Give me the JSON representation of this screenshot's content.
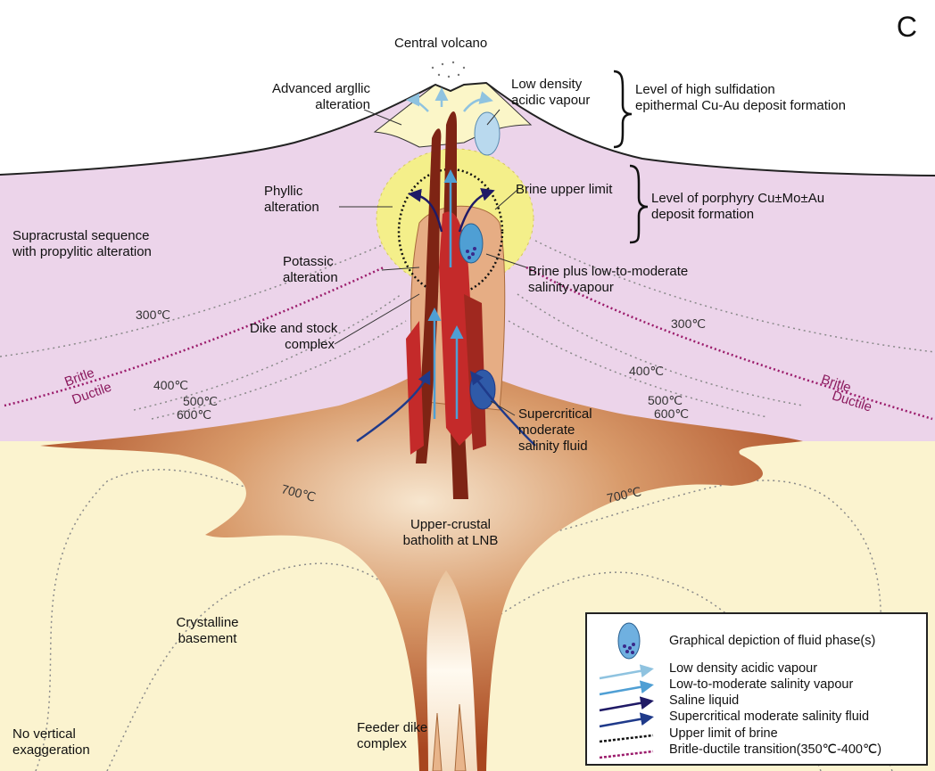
{
  "panel_letter": "C",
  "labels": {
    "central_volcano": "Central volcano",
    "advanced_argillic": [
      "Advanced argllic",
      "alteration"
    ],
    "low_density_vapour": [
      "Low density",
      "acidic vapour"
    ],
    "high_sulfidation": [
      "Level of high sulfidation",
      "epithermal Cu-Au deposit formation"
    ],
    "phyllic": [
      "Phyllic",
      "alteration"
    ],
    "brine_upper_limit": "Brine upper limit",
    "porphyry_level": [
      "Level of porphyry Cu±Mo±Au",
      "deposit formation"
    ],
    "supracrustal": [
      "Supracrustal sequence",
      "with propylitic alteration"
    ],
    "potassic": [
      "Potassic",
      "alteration"
    ],
    "brine_plus_vapour": [
      "Brine plus low-to-moderate",
      "salinity vapour"
    ],
    "dike_stock": [
      "Dike and stock",
      "complex"
    ],
    "supercritical": [
      "Supercritical",
      "moderate",
      "salinity fluid"
    ],
    "batholith": [
      "Upper-crustal",
      "batholith at LNB"
    ],
    "crystalline_basement": [
      "Crystalline",
      "basement"
    ],
    "feeder_dike": [
      "Feeder dike",
      "complex"
    ],
    "no_vertical": [
      "No vertical",
      "exaggeration"
    ],
    "britle": "Britle",
    "ductile": "Ductile"
  },
  "temperatures": {
    "t300": "300℃",
    "t400": "400℃",
    "t500": "500℃",
    "t600": "600℃",
    "t700": "700℃"
  },
  "legend": {
    "items": [
      {
        "label": "Graphical depiction of fluid phase(s)",
        "symbol": "fluid-ellipse"
      },
      {
        "label": "Low density acidic vapour",
        "symbol": "arrow",
        "color": "#8fc3e0"
      },
      {
        "label": "Low-to-moderate salinity vapour",
        "symbol": "arrow",
        "color": "#4f9fd4"
      },
      {
        "label": "Saline liquid",
        "symbol": "arrow",
        "color": "#1f1a66"
      },
      {
        "label": "Supercritical moderate salinity fluid",
        "symbol": "arrow",
        "color": "#1f3a8a"
      },
      {
        "label": "Upper limit of brine",
        "symbol": "dotted-line",
        "color": "#111111"
      },
      {
        "label": "Britle-ductile transition(350℃-400℃)",
        "symbol": "dotted-line",
        "color": "#9b1b6b"
      }
    ]
  },
  "colors": {
    "supracrustal": "#ecd4ea",
    "basement": "#fbf3cf",
    "phyllic": "#f4ef8a",
    "potassic": "#e6ad84",
    "dike_dark": "#7e2414",
    "dike_red": "#c42a2a",
    "magma": "#b8582c",
    "britle_ductile": "#9b1b6b"
  }
}
